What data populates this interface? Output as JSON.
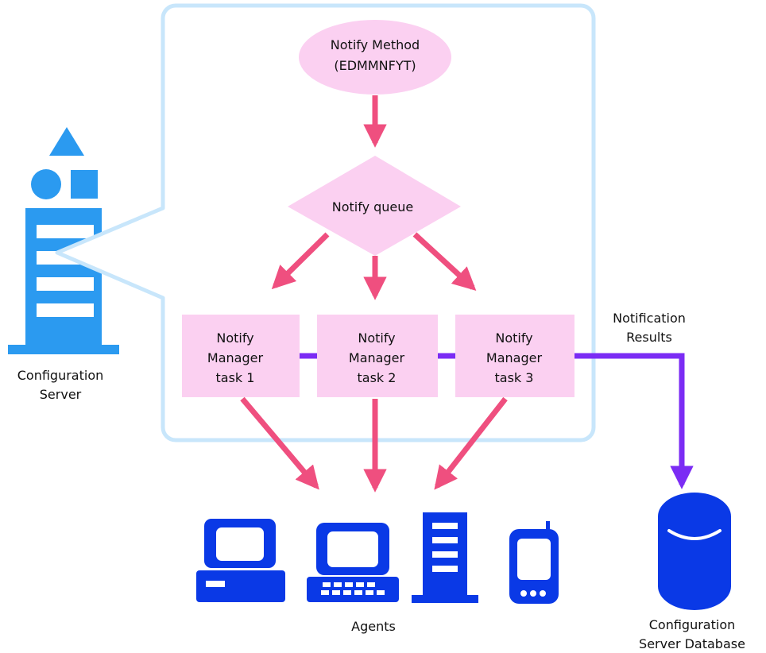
{
  "colors": {
    "panel_border": "#c8e6fb",
    "server_blue": "#2b9af0",
    "node_fill": "#fbd0f1",
    "red_arrow": "#ef4f7f",
    "purple_link": "#7b2cf4",
    "device_blue": "#0a39e6",
    "text": "#111111"
  },
  "server": {
    "icon": "server-tower-icon",
    "label_lines": [
      "Configuration",
      "Server"
    ]
  },
  "notify_method": {
    "lines": [
      "Notify Method",
      "(EDMMNFYT)"
    ]
  },
  "notify_queue": {
    "label": "Notify queue"
  },
  "tasks": [
    {
      "lines": [
        "Notify",
        "Manager",
        "task 1"
      ]
    },
    {
      "lines": [
        "Notify",
        "Manager",
        "task 2"
      ]
    },
    {
      "lines": [
        "Notify",
        "Manager",
        "task 3"
      ]
    }
  ],
  "results": {
    "lines": [
      "Notification",
      "Results"
    ]
  },
  "agents": {
    "label": "Agents",
    "devices": [
      "desktop-computer-icon",
      "laptop-icon",
      "server-rack-icon",
      "handheld-device-icon"
    ]
  },
  "database": {
    "icon": "database-icon",
    "label_lines": [
      "Configuration",
      "Server Database"
    ]
  }
}
